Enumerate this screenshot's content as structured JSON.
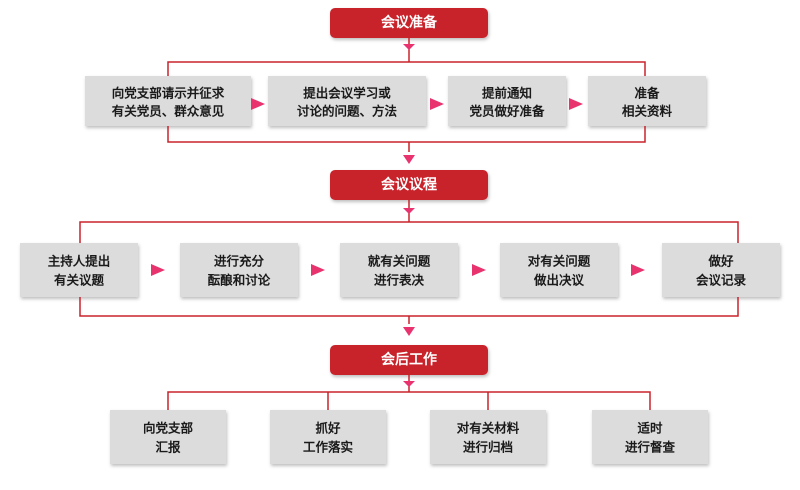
{
  "colors": {
    "header_bg": "#c8232c",
    "box_bg": "#dcdcdc",
    "arrow_pink": "#e8336f",
    "line_red": "#c8232c",
    "text_dark": "#1a1a1a"
  },
  "sections": [
    {
      "title": "会议准备",
      "connector": "arrow",
      "items": [
        {
          "lines": [
            "向党支部请示并征求",
            "有关党员、群众意见"
          ]
        },
        {
          "lines": [
            "提出会议学习或",
            "讨论的问题、方法"
          ]
        },
        {
          "lines": [
            "提前通知",
            "党员做好准备"
          ]
        },
        {
          "lines": [
            "准备",
            "相关资料"
          ]
        }
      ]
    },
    {
      "title": "会议议程",
      "connector": "arrow",
      "items": [
        {
          "lines": [
            "主持人提出",
            "有关议题"
          ]
        },
        {
          "lines": [
            "进行充分",
            "酝酿和讨论"
          ]
        },
        {
          "lines": [
            "就有关问题",
            "进行表决"
          ]
        },
        {
          "lines": [
            "对有关问题",
            "做出决议"
          ]
        },
        {
          "lines": [
            "做好",
            "会议记录"
          ]
        }
      ]
    },
    {
      "title": "会后工作",
      "connector": "none",
      "items": [
        {
          "lines": [
            "向党支部",
            "汇报"
          ]
        },
        {
          "lines": [
            "抓好",
            "工作落实"
          ]
        },
        {
          "lines": [
            "对有关材料",
            "进行归档"
          ]
        },
        {
          "lines": [
            "适时",
            "进行督查"
          ]
        }
      ]
    }
  ]
}
